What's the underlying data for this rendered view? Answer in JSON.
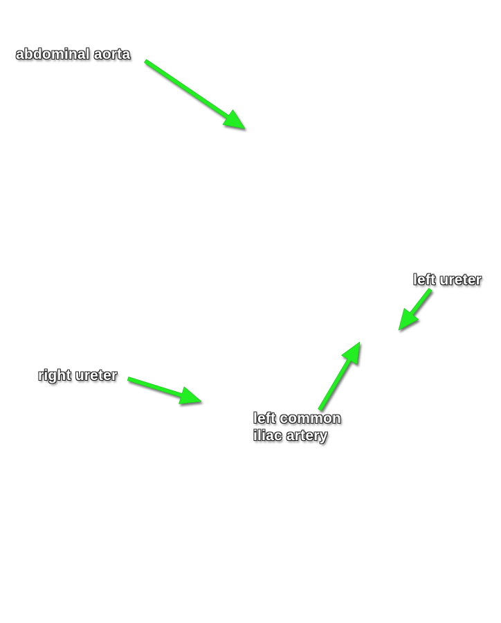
{
  "labels": {
    "abdominal_aorta": "abdominal aorta",
    "left_ureter": "left ureter",
    "right_ureter": "right ureter",
    "left_common_iliac_line1": "left common",
    "left_common_iliac_line2": "iliac artery"
  },
  "colors": {
    "arrow_fill": "#22ee22",
    "label_text": "#ffffff",
    "label_outline": "#222222",
    "background": "#ffffff"
  }
}
